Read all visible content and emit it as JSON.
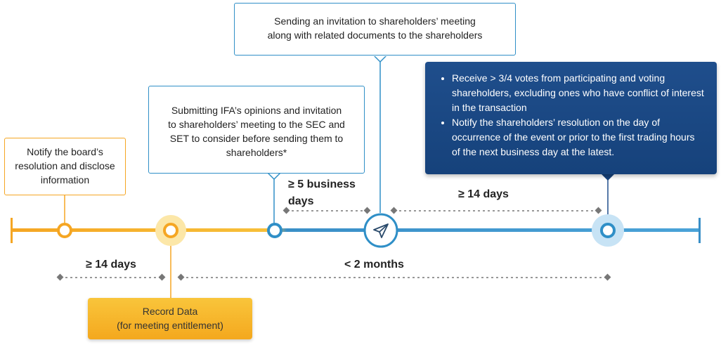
{
  "steps": {
    "notify_board": {
      "line1": "Notify the board’s",
      "line2": "resolution and disclose",
      "line3": "information"
    },
    "record_data": {
      "line1": "Record Data",
      "line2": "(for meeting entitlement)"
    },
    "submit_ifa": {
      "line1": "Submitting IFA’s opinions and invitation",
      "line2": "to shareholders’ meeting to the SEC and",
      "line3": "SET to consider before sending them to",
      "line4": "shareholders*"
    },
    "send_invitation": {
      "line1": "Sending an invitation to shareholders’ meeting",
      "line2": "along with related documents to the shareholders"
    },
    "resolution": {
      "bullet1": "Receive > 3/4 votes from participating and voting shareholders, excluding ones who have conflict of interest in the transaction",
      "bullet2": "Notify the shareholders’ resolution on the day of occurrence of the event or prior to the first trading hours of the next business day at the latest."
    }
  },
  "durations": {
    "d14_left": "≥ 14 days",
    "d5_line1": "≥ 5 business",
    "d5_line2": "days",
    "d14_right": "≥ 14 days",
    "lt2months": "< 2 months"
  },
  "colors": {
    "orange": "#f5a623",
    "blue": "#2f8fc7",
    "navy": "#1f4e8c",
    "dash": "#777777"
  },
  "icons": {
    "invitation": "paper-plane-icon"
  }
}
